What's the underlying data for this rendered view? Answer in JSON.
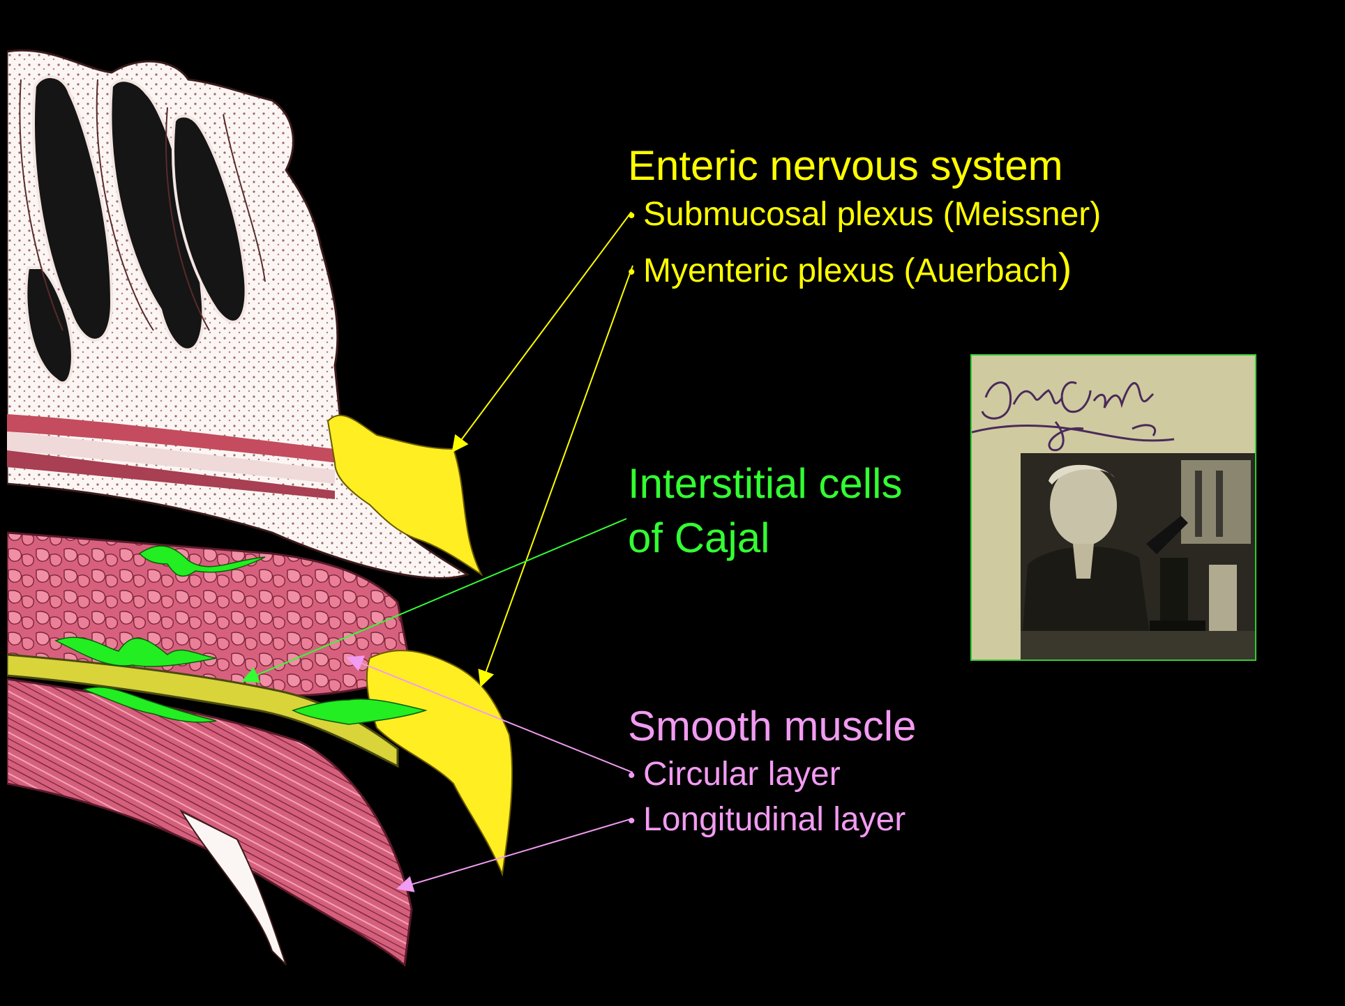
{
  "ens": {
    "title": "Enteric nervous system",
    "items": [
      "Submucosal plexus (Meissner)",
      "Myenteric plexus (Auerbach"
    ],
    "close_paren": ")"
  },
  "icc": {
    "line1": "Interstitial cells",
    "line2": "of Cajal"
  },
  "muscle": {
    "title": "Smooth muscle",
    "items": [
      "Circular layer",
      "Longitudinal layer"
    ]
  },
  "photo": {
    "signature": "D. Cajal"
  },
  "colors": {
    "yellow": "#FFFF00",
    "green": "#33FF33",
    "pink": "#F29BF2",
    "background": "#000000"
  }
}
